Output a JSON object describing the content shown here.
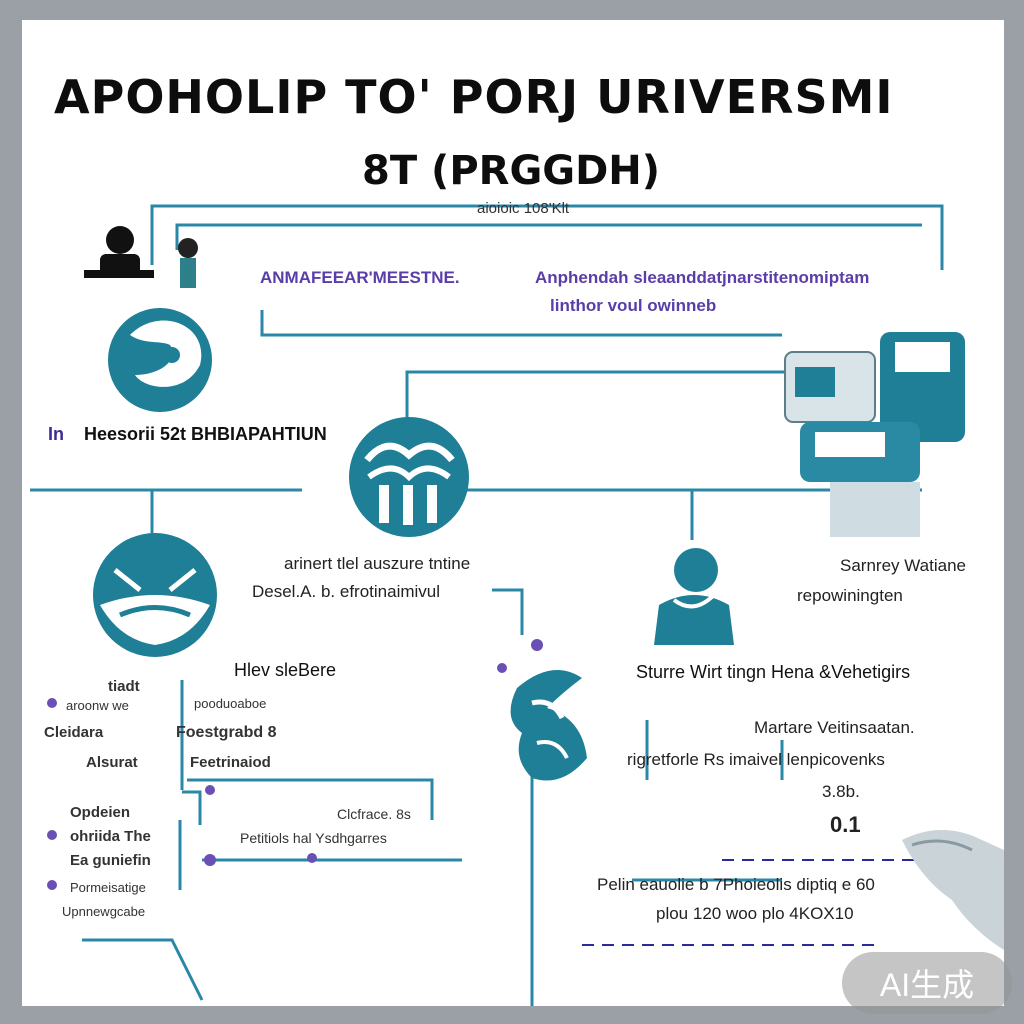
{
  "title": "APOHOLIP TO' PORJ URIVERSMI",
  "subtitle": "8T (PRGGDH)",
  "tagline": "aioioic 108'Klt",
  "top_left_label": "ANMAFEEAR'MEESTNE.",
  "top_right_label_1": "Anphendah sleaanddatjnarstitenomiptam",
  "top_right_label_2": "linthor voul owinneb",
  "left_label_prefix": "In",
  "left_label": "Heesorii 52t BHBIAPAHTIUN",
  "center_label_1": "arinert tlel auszure tntine",
  "center_label_2": "Desel.A. b. efrotinaimivul",
  "right_label_1": "Sarnrey Watiane",
  "right_label_2": "repowiningten",
  "mid_right_label": "Sturre Wirt tingn Hena &Vehetigirs",
  "mid_left_label": "Hlev sleBere",
  "list_a": [
    "tiadt",
    "aroonw we",
    "Cleidara",
    "Alsurat"
  ],
  "list_b": [
    "pooduoaboe",
    "Foestgrabd 8",
    "Feetrinaiod"
  ],
  "right_block_1": "Martare Veitinsaatan.",
  "right_block_2": "rigretforle Rs imaivel lenpicovenks",
  "right_small_1": "3.8b.",
  "right_small_2": "0.1",
  "bottom_left": [
    "Opdeien",
    "ohriida The",
    "Ea guniefin",
    "Pormeisatige",
    "Upnnewgcabe"
  ],
  "bottom_mid_1": "Clcfrace. 8s",
  "bottom_mid_2": "Petitiols hal Ysdhgarres",
  "bottom_right_1": "Pelin eauolie b 7Phoieolis diptiq e 60",
  "bottom_right_2": "plou 120 woo plo 4KOX10",
  "badge": "AI生成",
  "colors": {
    "teal": "#1f7f96",
    "purple": "#6a4fb5",
    "line": "#2a87a8"
  }
}
